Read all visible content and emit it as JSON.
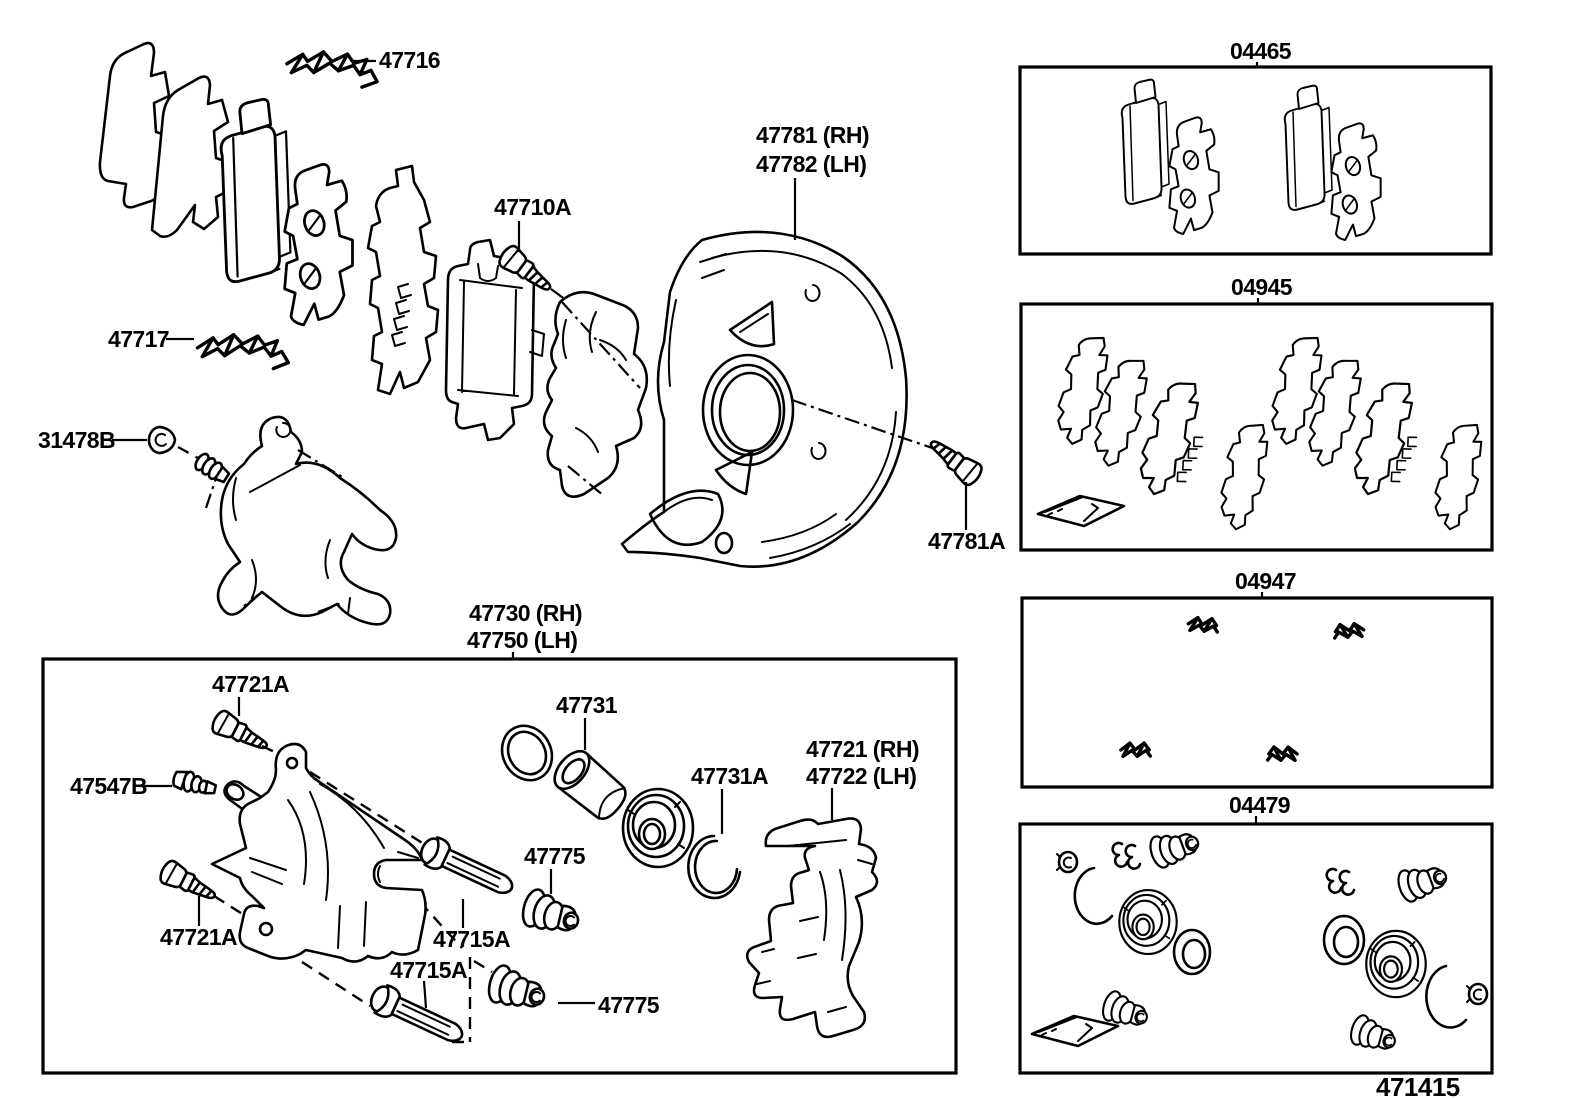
{
  "figure": {
    "code": "471415"
  },
  "colors": {
    "ink": "#000000",
    "paper": "#ffffff"
  },
  "kits": {
    "pad_kit": {
      "title": "04465"
    },
    "shim_kit": {
      "title": "04945"
    },
    "clip_kit": {
      "title": "04947"
    },
    "seal_kit": {
      "title": "04479"
    }
  },
  "parts": {
    "p47716": "47716",
    "p47717": "47717",
    "p47710A": "47710A",
    "p31478B": "31478B",
    "p47781_rh": "47781 (RH)",
    "p47782_lh": "47782 (LH)",
    "p47781A": "47781A",
    "p47730_rh": "47730 (RH)",
    "p47750_lh": "47750 (LH)",
    "p47721A_upper": "47721A",
    "p47721A_lower": "47721A",
    "p47547B": "47547B",
    "p47715A_right": "47715A",
    "p47715A_bottom": "47715A",
    "p47731": "47731",
    "p47731A": "47731A",
    "p47775_mid": "47775",
    "p47775_bottom": "47775",
    "p47721_rh": "47721 (RH)",
    "p47722_lh": "47722 (LH)"
  }
}
